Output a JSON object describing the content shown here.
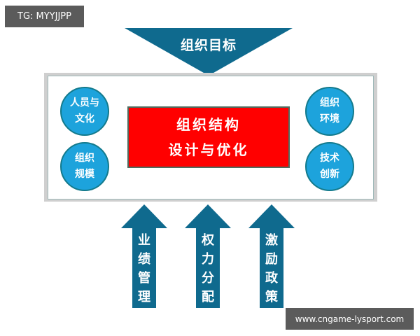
{
  "watermarks": {
    "top": "TG: MYYJJPP",
    "bottom": "www.cngame-lysport.com"
  },
  "colors": {
    "arrow_teal": "#0f6a8e",
    "circle_blue": "#1da3dc",
    "core_red": "#ff0000",
    "watermark_bg": "#5b5b5b"
  },
  "diagram": {
    "goal": {
      "label": "组织目标"
    },
    "core": {
      "line1": "组织结构",
      "line2": "设计与优化"
    },
    "circles": [
      {
        "line1": "人员与",
        "line2": "文化"
      },
      {
        "line1": "组织",
        "line2": "规模"
      },
      {
        "line1": "组织",
        "line2": "环境"
      },
      {
        "line1": "技术",
        "line2": "创新"
      }
    ],
    "up_arrows": [
      {
        "chars": [
          "业",
          "绩",
          "管",
          "理"
        ]
      },
      {
        "chars": [
          "权",
          "力",
          "分",
          "配"
        ]
      },
      {
        "chars": [
          "激",
          "励",
          "政",
          "策"
        ]
      }
    ]
  }
}
